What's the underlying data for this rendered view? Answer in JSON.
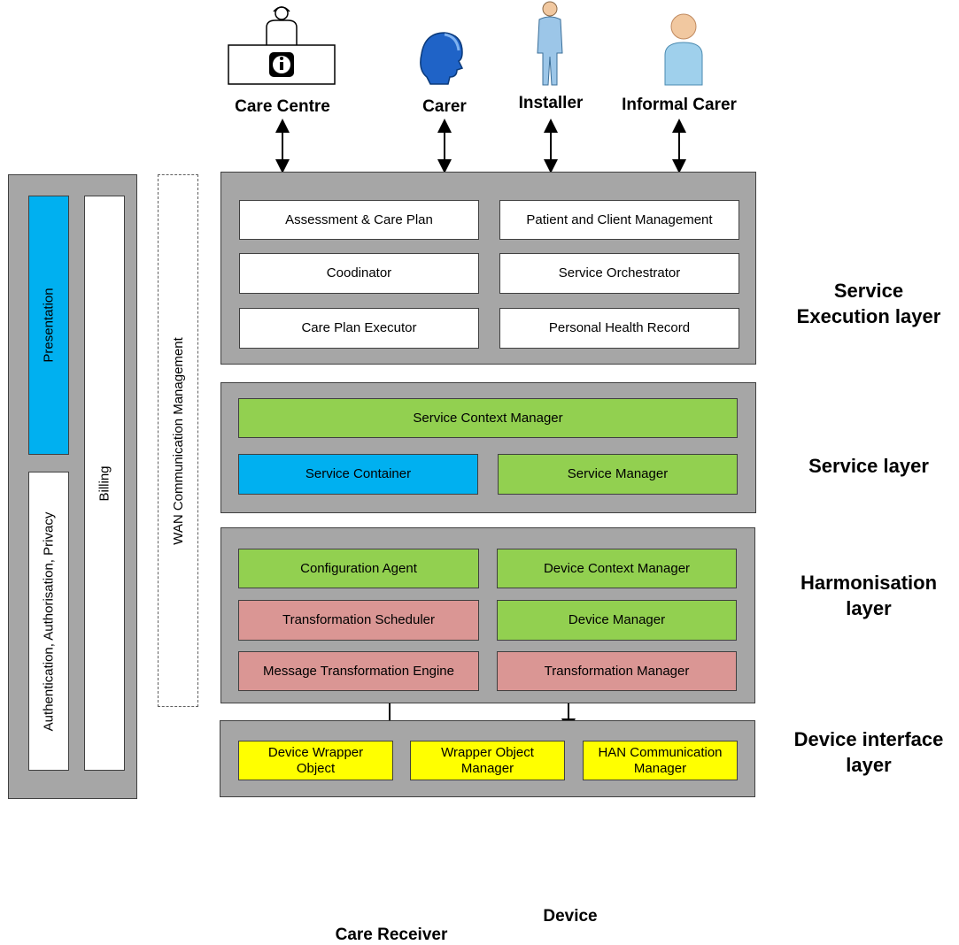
{
  "actors": {
    "care_centre": "Care Centre",
    "carer": "Carer",
    "installer": "Installer",
    "informal_carer": "Informal Carer",
    "care_receiver": "Care Receiver",
    "device": "Device"
  },
  "side_panel": {
    "presentation": "Presentation",
    "billing": "Billing",
    "auth": "Authentication, Authorisation, Privacy",
    "wan": "WAN Communication Management"
  },
  "layers": {
    "service_execution": {
      "label_line1": "Service",
      "label_line2": "Execution layer",
      "items": [
        "Assessment & Care Plan",
        "Patient and Client Management",
        "Coodinator",
        "Service Orchestrator",
        "Care Plan Executor",
        "Personal Health Record"
      ]
    },
    "service": {
      "label": "Service layer",
      "items": [
        "Service Context Manager",
        "Service Container",
        "Service Manager"
      ]
    },
    "harmonisation": {
      "label_line1": "Harmonisation",
      "label_line2": "layer",
      "items": [
        "Configuration Agent",
        "Device Context Manager",
        "Transformation Scheduler",
        "Device Manager",
        "Message Transformation Engine",
        "Transformation Manager"
      ]
    },
    "device_interface": {
      "label_line1": "Device interface",
      "label_line2": "layer",
      "items": [
        "Device Wrapper Object",
        "Wrapper Object Manager",
        "HAN Communication Manager"
      ]
    }
  },
  "colors": {
    "layer_bg": "#a6a6a6",
    "green": "#92d050",
    "blue": "#00b0f0",
    "red": "#da9694",
    "yellow": "#ffff00"
  }
}
